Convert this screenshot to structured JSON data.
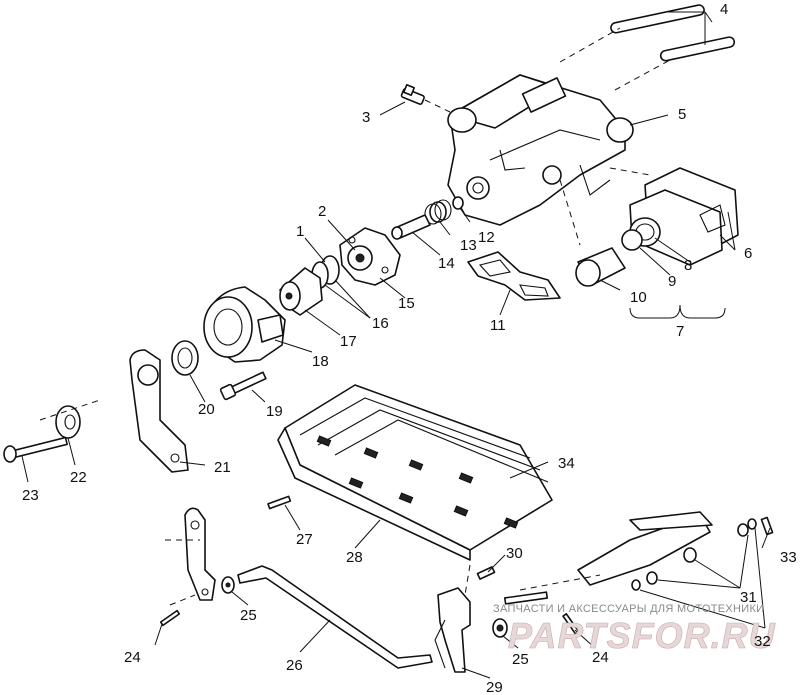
{
  "diagram": {
    "callouts": [
      "1",
      "2",
      "3",
      "4",
      "5",
      "6",
      "7",
      "8",
      "9",
      "10",
      "11",
      "12",
      "13",
      "14",
      "15",
      "16",
      "17",
      "18",
      "19",
      "20",
      "21",
      "22",
      "23",
      "24",
      "25",
      "26",
      "27",
      "28",
      "29",
      "30",
      "31",
      "32",
      "33",
      "34"
    ],
    "watermark": {
      "caption": "ЗАПЧАСТИ И АКСЕССУАРЫ ДЛЯ МОТОТЕХНИКИ",
      "logo": "PARTSFOR.RU"
    }
  }
}
